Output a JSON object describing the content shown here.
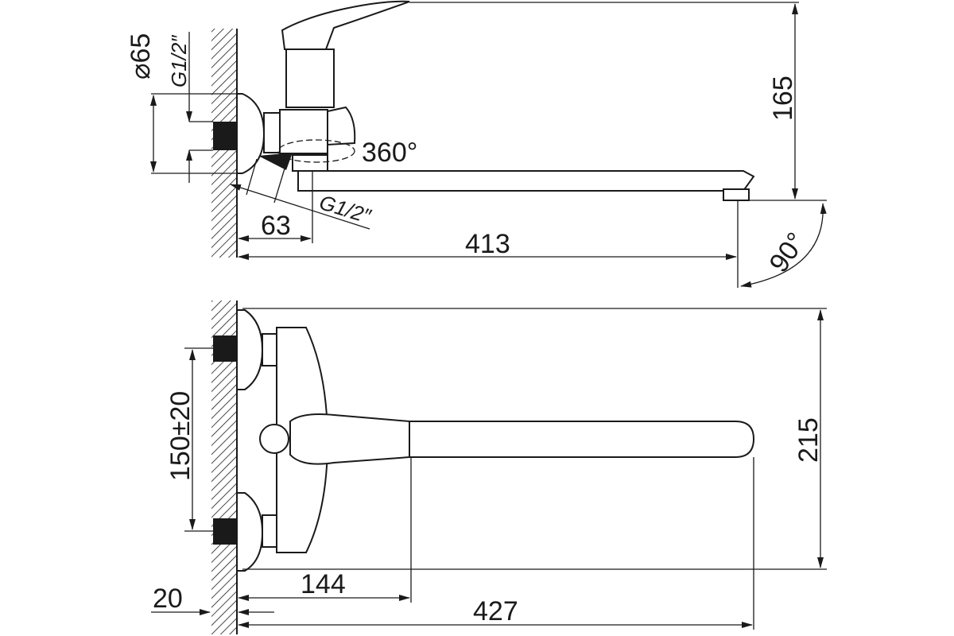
{
  "side_view": {
    "diameter_label": "⌀65",
    "thread_label_inlet": "G1/2″",
    "height_label": "165",
    "swivel_label": "360°",
    "thread_label_outlet": "G1/2″",
    "offset_label": "63",
    "spout_reach_label": "413",
    "spout_angle_label": "90°"
  },
  "top_view": {
    "center_distance_label": "150±20",
    "width_label": "215",
    "lever_offset_label": "144",
    "wall_label": "20",
    "total_length_label": "427"
  }
}
